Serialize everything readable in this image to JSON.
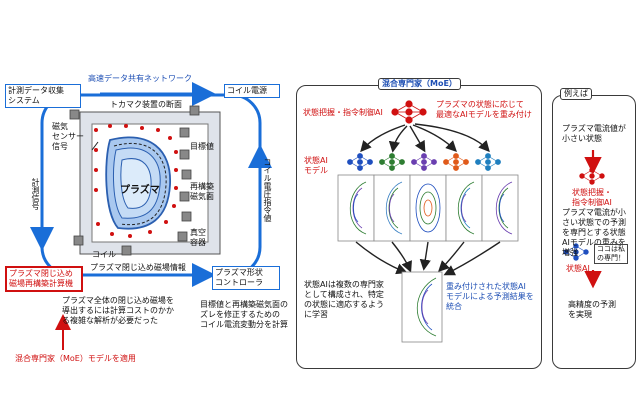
{
  "left": {
    "network_label": "高速データ共有ネットワーク",
    "measurement_system": [
      "計測データ収集",
      "システム"
    ],
    "coil_power": "コイル電源",
    "tokamak_cross_section": "トカマク装置の断面",
    "magnetic_sensor": [
      "磁気",
      "センサー",
      "信号"
    ],
    "target_value": "目標値",
    "plasma": "プラズマ",
    "reconstructed_surface": [
      "再構築",
      "磁気面"
    ],
    "vacuum_vessel": [
      "真空",
      "容器"
    ],
    "coil": "コイル",
    "measurement_signal_vertical": "計測信号",
    "coil_voltage_command_vertical": "コイル電圧指令値",
    "confinement_info": "プラズマ閉じ込め磁場情報",
    "shape_controller": [
      "プラズマ形状",
      "コントローラ"
    ],
    "reconstruction_box": [
      "プラズマ閉じ込め",
      "磁場再構築計算機"
    ],
    "calc_note": [
      "プラズマ全体の閉じ込め磁場を",
      "導出するには計算コストのかか",
      "る複雑な解析が必要だった"
    ],
    "moe_apply": "混合専門家（MoE）モデルを適用",
    "ctrl_note": [
      "目標値と再構築磁気面の",
      "ズレを修正するための",
      "コイル電流変動分を計算"
    ]
  },
  "moe": {
    "title": "混合専門家（MoE）",
    "gate_label": "状態把握・指令制御AI",
    "gate_note": [
      "プラズマの状態に応じて",
      "最適なAIモデルを重み付け"
    ],
    "state_ai": [
      "状態AI",
      "モデル"
    ],
    "state_ai_note": [
      "状態AIは複数の専門家",
      "として構成され、特定",
      "の状態に適応するよう",
      "に学習"
    ],
    "weighted_note": [
      "重み付けされた状態AI",
      "モデルによる予測結果を",
      "統合"
    ]
  },
  "example": {
    "title": "例えば",
    "q1": [
      "プラズマ電流値が",
      "小さい状態"
    ],
    "gate_label": [
      "状態把握・",
      "指令制御AI"
    ],
    "desc": [
      "プラズマ電流が小",
      "さい状態での予測",
      "を専門とする状態",
      "AIモデルの重みを",
      "増強"
    ],
    "callout": [
      "ココは私",
      "の専門！"
    ],
    "state_ai": "状態AI",
    "result": [
      "高精度の予測",
      "を実現"
    ]
  },
  "colors": {
    "accent_blue": "#1a6ed8",
    "accent_red": "#d01010",
    "expert_colors": [
      "#1f4fbf",
      "#2e7d32",
      "#6a3fb0",
      "#e05a1a",
      "#1f7fbf"
    ]
  }
}
